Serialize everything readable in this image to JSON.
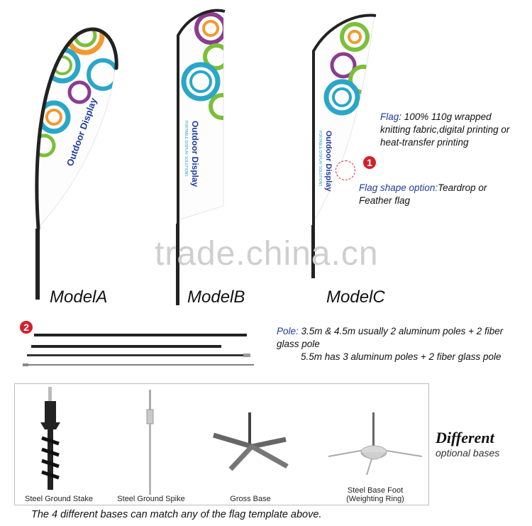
{
  "models": [
    {
      "label": "ModelA"
    },
    {
      "label": "ModelB"
    },
    {
      "label": "ModelC"
    }
  ],
  "flag_print": {
    "brand": "Outdoor Display",
    "tagline": "PORTABLE DISPLAY SOLUTIONS"
  },
  "flag_desc": {
    "badge": "1",
    "flag_label": "Flag",
    "flag_text": ": 100% 110g wrapped knitting fabric,digital printing or heat-transfer printing",
    "shape_label": "Flag shape option:",
    "shape_text": "Teardrop or Feather flag"
  },
  "watermark": "trade.china.cn",
  "pole_desc": {
    "badge": "2",
    "pole_label": "Pole:",
    "line1": " 3.5m & 4.5m usually 2 aluminum poles + 2 fiber glass pole",
    "line2": "5.5m has 3 aluminum poles + 2 fiber glass pole"
  },
  "bases": [
    {
      "label": "Steel Ground Stake"
    },
    {
      "label": "Steel Ground Spike"
    },
    {
      "label": "Gross Base"
    },
    {
      "label": "Steel Base Foot (Weighting Ring)"
    }
  ],
  "different": {
    "title": "Different",
    "subtitle": "optional bases"
  },
  "footer": "The 4 different bases can match any of the flag template above.",
  "colors": {
    "accent_blue": "#1f3d9a",
    "badge_red": "#d4202a",
    "ring_teal": "#2aa6c8",
    "ring_green": "#7bbf3a",
    "ring_orange": "#f29a2e",
    "ring_purple": "#8a3c8f"
  }
}
